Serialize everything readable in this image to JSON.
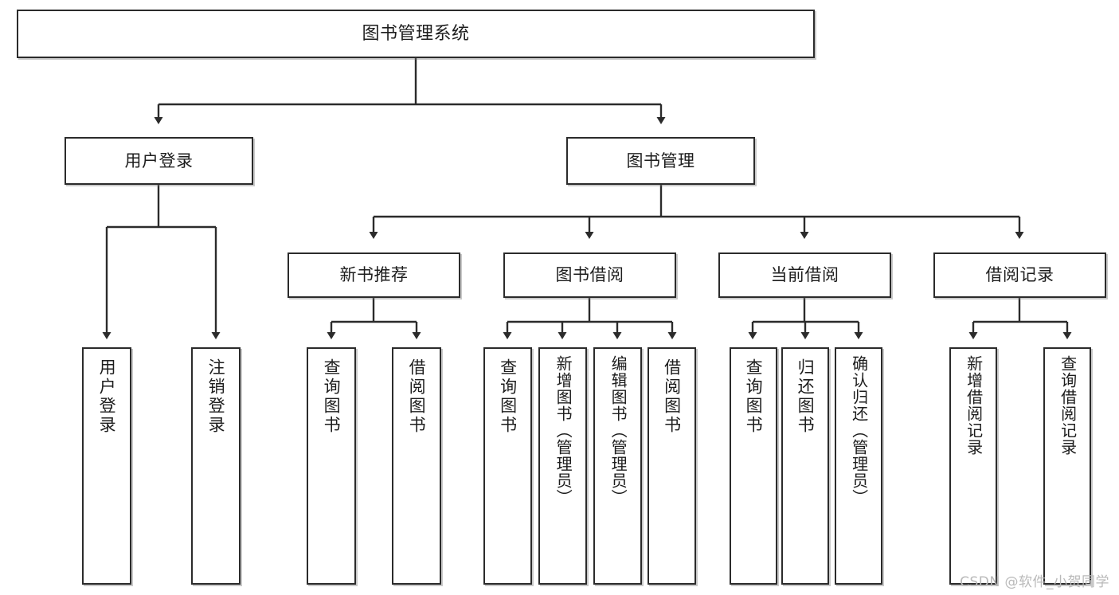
{
  "diagram": {
    "title": "图书管理系统",
    "type": "tree-hierarchy",
    "stroke_color": "#2b2b2b",
    "fill_color": "#ffffff",
    "text_color": "#1d1d1d"
  },
  "root": {
    "label": "图书管理系统"
  },
  "level2": [
    {
      "label": "用户登录"
    },
    {
      "label": "图书管理"
    }
  ],
  "level3": [
    {
      "label": "新书推荐"
    },
    {
      "label": "图书借阅"
    },
    {
      "label": "当前借阅"
    },
    {
      "label": "借阅记录"
    }
  ],
  "leaves": {
    "user_login": [
      {
        "label": "用户登录"
      },
      {
        "label": "注销登录"
      }
    ],
    "new_book_recommend": [
      {
        "label": "查询图书"
      },
      {
        "label": "借阅图书"
      }
    ],
    "book_borrow": [
      {
        "label": "查询图书"
      },
      {
        "label": "新增图书（管理员）"
      },
      {
        "label": "编辑图书（管理员）"
      },
      {
        "label": "借阅图书"
      }
    ],
    "current_borrow": [
      {
        "label": "查询图书"
      },
      {
        "label": "归还图书"
      },
      {
        "label": "确认归还（管理员）"
      }
    ],
    "borrow_record": [
      {
        "label": "新增借阅记录"
      },
      {
        "label": "查询借阅记录"
      }
    ]
  },
  "watermark": {
    "text": "CSDN @软件_小贺同学"
  }
}
